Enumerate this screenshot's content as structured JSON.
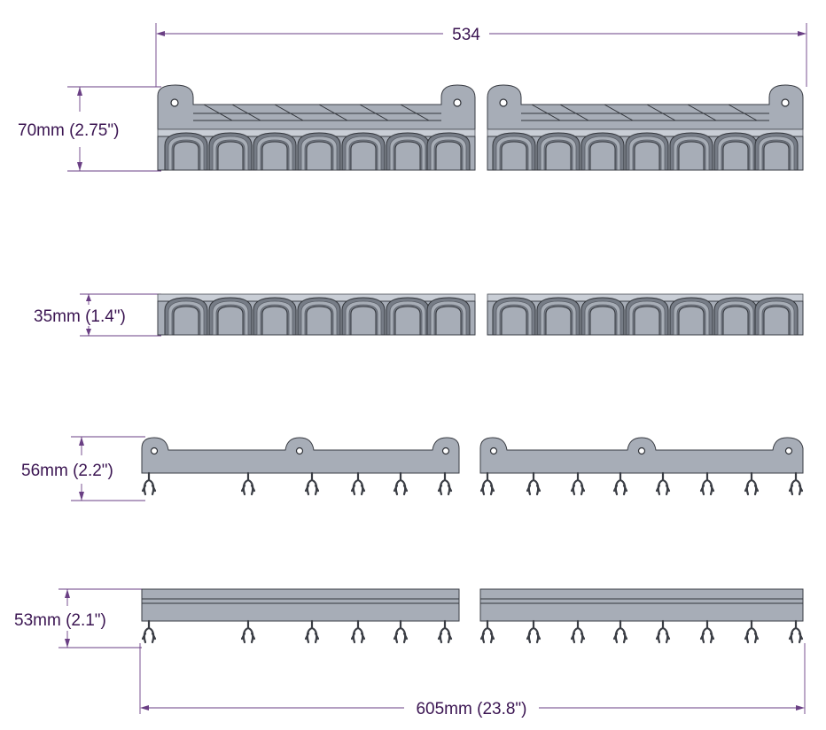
{
  "dimensions": {
    "top_width": "534",
    "bottom_width": "605mm (23.8\")",
    "row1_height": "70mm (2.75\")",
    "row2_height": "35mm (1.4\")",
    "row3_height": "56mm (2.2\")",
    "row4_height": "53mm  (2.1\")"
  },
  "colors": {
    "dimension": "#3b1552",
    "part_fill": "#a7adb7",
    "part_stroke": "#3a3d44"
  },
  "views": [
    {
      "name": "front-with-mount",
      "count": 2
    },
    {
      "name": "front-slot-only",
      "count": 2
    },
    {
      "name": "top-with-tabs",
      "count": 2
    },
    {
      "name": "top-bar-only",
      "count": 2
    }
  ]
}
